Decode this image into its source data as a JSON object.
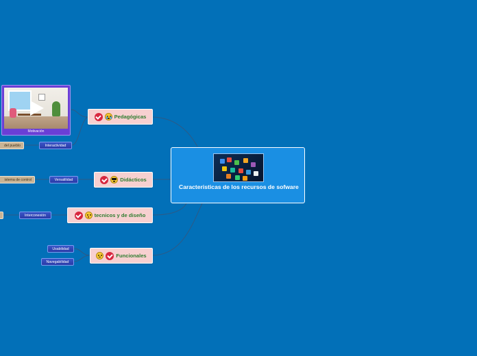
{
  "root": {
    "title": "Caracteristicas de los recursos de sofware",
    "image_icon": "app-icons-screen-image"
  },
  "topics": [
    {
      "id": "pedagogicas",
      "label": "Pedagógicas",
      "icons": [
        "check-icon",
        "crying-face-icon"
      ]
    },
    {
      "id": "didacticos",
      "label": "Didácticos",
      "icons": [
        "check-icon",
        "cool-sunglasses-face-icon"
      ]
    },
    {
      "id": "tecnicos",
      "label": "tecnicos y de diseño",
      "icons": [
        "check-icon",
        "surprised-face-icon"
      ]
    },
    {
      "id": "funcionales",
      "label": "Funcionales",
      "icons": [
        "neutral-face-icon",
        "check-icon"
      ]
    }
  ],
  "subtopics": {
    "interactividad": "Interactividad",
    "versatilidad": "Versatilidad",
    "interconexion": "Interconexión",
    "usabilidad": "Usabilidad",
    "navegabilidad": "Navegabilidad"
  },
  "leaves": {
    "del_pueblo": "del pueblo",
    "sistema_control": "istema de control",
    "blank": ""
  },
  "video": {
    "label": "Motivación",
    "icon": "play-icon"
  },
  "colors": {
    "background": "#0270b8",
    "root_fill": "#1a8fe3",
    "topic_fill": "#f7d0d0",
    "topic_text": "#2f7d30",
    "subtopic_fill": "#3a56c8",
    "leaf_fill": "#c9b495",
    "check": "#d8273f",
    "video_frame": "#6a3fd6"
  }
}
